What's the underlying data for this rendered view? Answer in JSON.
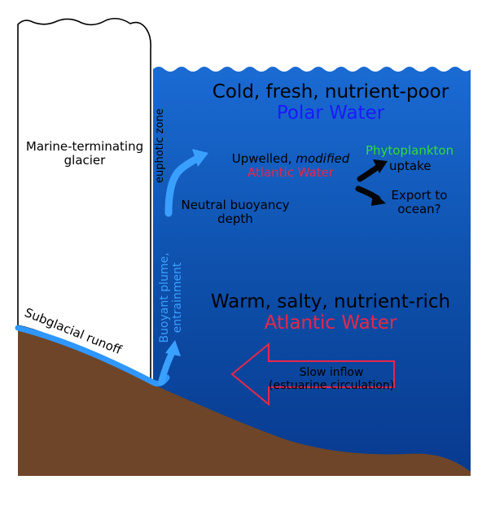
{
  "title": "",
  "water_top": {
    "line1": "Cold, fresh, nutrient-poor",
    "line2": "Polar Water"
  },
  "water_bottom": {
    "line1": "Warm, salty, nutrient-rich",
    "line2": "Atlantic Water"
  },
  "glacier": {
    "line1": "Marine-terminating",
    "line2": "glacier"
  },
  "euphotic_zone": "euphotic zone",
  "upwelled": {
    "line1_a": "Upwelled, ",
    "line1_b": "modified",
    "line2": "Atlantic Water"
  },
  "neutral_buoyancy": {
    "line1": "Neutral buoyancy",
    "line2": "depth"
  },
  "phytoplankton": {
    "name": "Phytoplankton",
    "uptake": "uptake"
  },
  "export": {
    "line1": "Export to",
    "line2": "ocean?"
  },
  "plume": {
    "line1": "Buoyant plume,",
    "line2": "entrainment"
  },
  "runoff": "Subglacial runoff",
  "inflow": {
    "line1": "Slow inflow",
    "line2": "(estuarine circulation)"
  },
  "colors": {
    "polar_text": "#1a1aff",
    "atlantic_text": "#e8274a",
    "phyto_text": "#33dd33",
    "plume_text": "#3aa0ff",
    "water_top": "#1660c8",
    "water_bottom": "#0a3f96",
    "ground": "#6e4528",
    "runoff": "#2f97ff"
  }
}
